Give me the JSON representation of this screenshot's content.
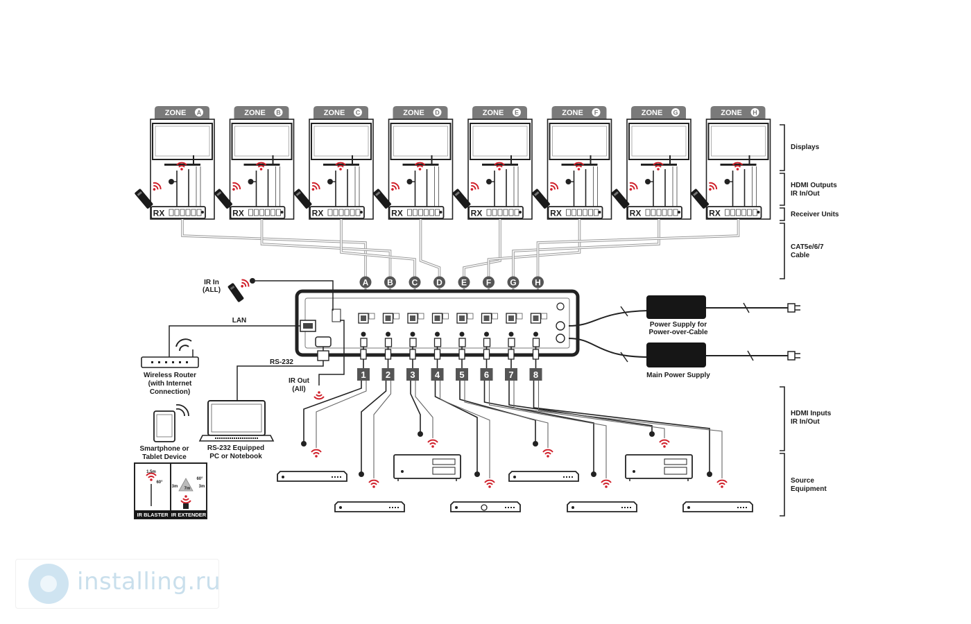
{
  "zones": [
    {
      "tab": "ZONE",
      "letter": "A"
    },
    {
      "tab": "ZONE",
      "letter": "B"
    },
    {
      "tab": "ZONE",
      "letter": "C"
    },
    {
      "tab": "ZONE",
      "letter": "D"
    },
    {
      "tab": "ZONE",
      "letter": "E"
    },
    {
      "tab": "ZONE",
      "letter": "F"
    },
    {
      "tab": "ZONE",
      "letter": "G"
    },
    {
      "tab": "ZONE",
      "letter": "H"
    }
  ],
  "receiver_label": "RX",
  "output_ports": [
    "A",
    "B",
    "C",
    "D",
    "E",
    "F",
    "G",
    "H"
  ],
  "input_ports": [
    "1",
    "2",
    "3",
    "4",
    "5",
    "6",
    "7",
    "8"
  ],
  "brackets": {
    "displays": "Displays",
    "hdmi_outputs_line1": "HDMI Outputs",
    "hdmi_outputs_line2": "IR In/Out",
    "receiver_units": "Receiver Units",
    "cable_line1": "CAT5e/6/7",
    "cable_line2": "Cable",
    "hdmi_inputs_line1": "HDMI Inputs",
    "hdmi_inputs_line2": "IR In/Out",
    "source_line1": "Source",
    "source_line2": "Equipment"
  },
  "labels": {
    "ir_in_line1": "IR In",
    "ir_in_line2": "(ALL)",
    "lan": "LAN",
    "rs232": "RS-232",
    "router_line1": "Wireless Router",
    "router_line2": "(with Internet",
    "router_line3": "Connection)",
    "ir_out_line1": "IR Out",
    "ir_out_line2": "(All)",
    "smartphone_line1": "Smartphone or",
    "smartphone_line2": "Tablet Device",
    "pc_line1": "RS-232 Equipped",
    "pc_line2": "PC or Notebook",
    "psu_poc_line1": "Power Supply for",
    "psu_poc_line2": "Power-over-Cable",
    "psu_main": "Main Power Supply",
    "ir_blaster": "IR BLASTER",
    "ir_extender": "IR EXTENDER",
    "blaster_distance": "1.5m",
    "blaster_angle": "60°",
    "extender_angle": "60°",
    "extender_d1": "3m",
    "extender_d2": "7m",
    "extender_d3": "3m"
  },
  "watermark": "installing.ru",
  "colors": {
    "line": "#222222",
    "ir_red": "#d0202a",
    "tab_gray": "#7a7a7a",
    "psu_black": "#161616",
    "watermark": "#c9dfec"
  }
}
